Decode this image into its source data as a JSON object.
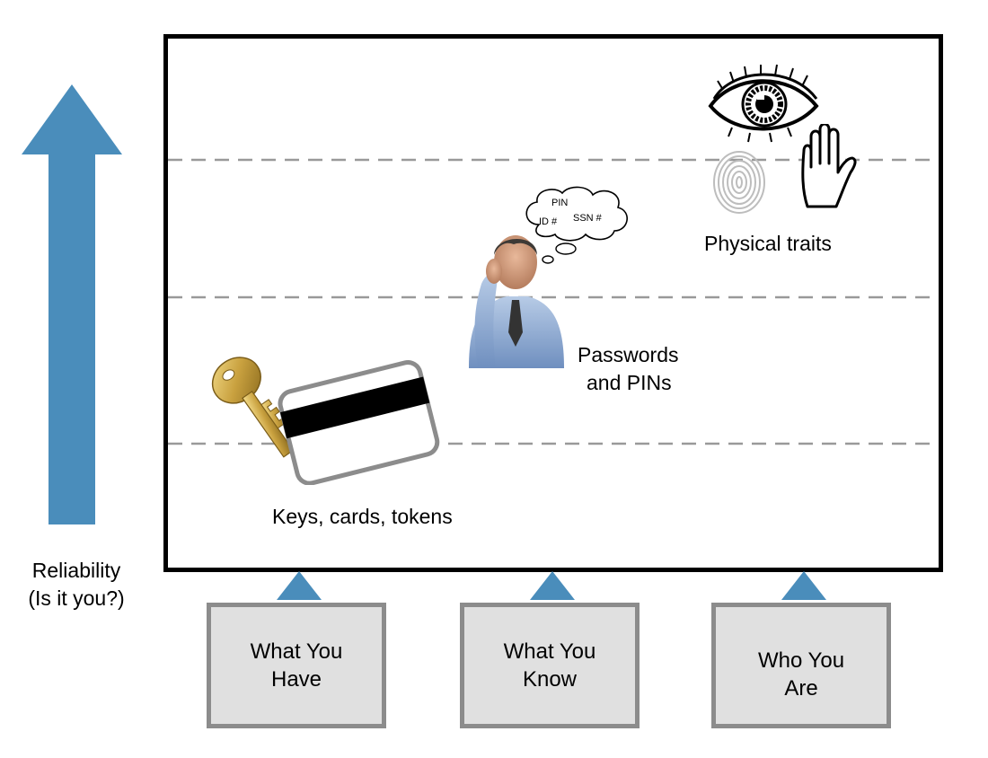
{
  "axis": {
    "label_line1": "Reliability",
    "label_line2": "(Is it you?)",
    "arrow_color": "#4a8dbb"
  },
  "categories": [
    {
      "line1": "Keys, cards, tokens",
      "line2": ""
    },
    {
      "line1": "Passwords",
      "line2": "and PINs"
    },
    {
      "line1": "Physical traits",
      "line2": ""
    }
  ],
  "thought_bubble": {
    "pin": "PIN",
    "id": "ID #",
    "ssn": "SSN #"
  },
  "factors": [
    {
      "line1": "What You",
      "line2": "Have"
    },
    {
      "line1": "What You",
      "line2": "Know"
    },
    {
      "line1": "Who You",
      "line2": "Are"
    }
  ],
  "colors": {
    "box_fill": "#e0e0e0",
    "box_border": "#8c8c8c",
    "dash_line": "#999999",
    "pointer": "#4a8dbb"
  },
  "icons": [
    "key-icon",
    "magnetic-card-icon",
    "thinking-man-icon",
    "thought-bubble-icon",
    "eye-icon",
    "fingerprint-icon",
    "hand-icon"
  ]
}
